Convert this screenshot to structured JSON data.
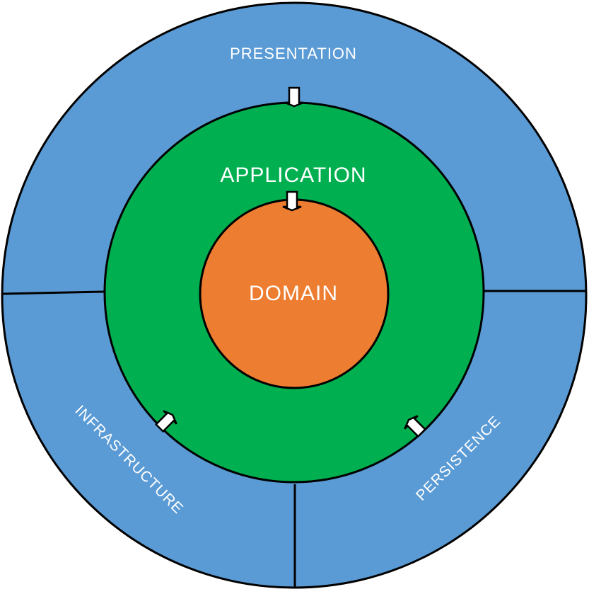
{
  "diagram": {
    "layers": {
      "outer": {
        "segments": {
          "presentation": "PRESENTATION",
          "infrastructure": "INFRASTRUCTURE",
          "persistence": "PERSISTENCE"
        }
      },
      "middle": {
        "label": "APPLICATION"
      },
      "core": {
        "label": "DOMAIN"
      }
    },
    "colors": {
      "outer": "#5b9bd5",
      "middle": "#00b050",
      "core": "#ed7d31",
      "stroke": "#000000",
      "text": "#ffffff",
      "arrow_fill": "#ffffff"
    },
    "arrows": [
      {
        "from": "presentation",
        "to": "application"
      },
      {
        "from": "application",
        "to": "domain"
      },
      {
        "from": "infrastructure",
        "to": "application"
      },
      {
        "from": "persistence",
        "to": "application"
      }
    ]
  }
}
